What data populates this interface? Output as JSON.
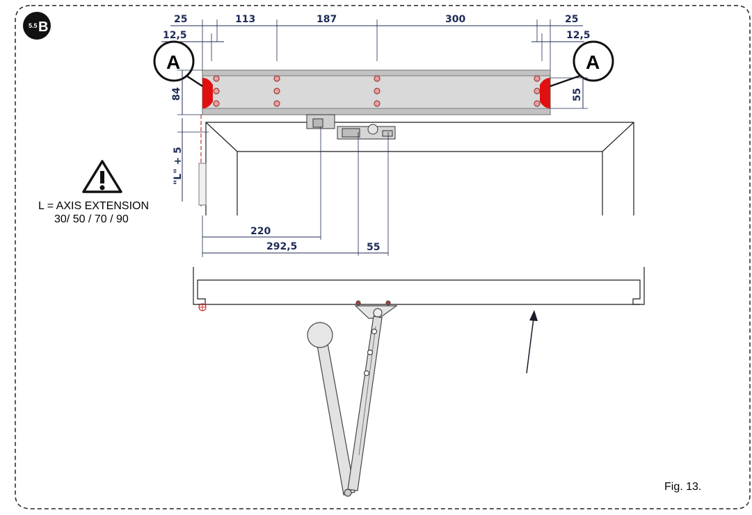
{
  "badge": {
    "number": "5.5",
    "letter": "B"
  },
  "callouts": {
    "left": "A",
    "right": "A"
  },
  "top_dimensions": {
    "row1": [
      "25",
      "113",
      "187",
      "300",
      "25"
    ],
    "row2_left": "12,5",
    "row2_right": "12,5"
  },
  "side_dimensions": {
    "height_left": "84",
    "height_right": "55",
    "axis": "\"L\" + 5"
  },
  "bottom_dimensions": {
    "d220": "220",
    "d292": "292,5",
    "d55": "55"
  },
  "note": {
    "line1": "L = AXIS EXTENSION",
    "line2": "30/ 50 / 70 / 90"
  },
  "figure_label": "Fig. 13.",
  "colors": {
    "dimension": "#1e2a55",
    "red_marker": "#e01010",
    "body": "#d9d9d9"
  }
}
